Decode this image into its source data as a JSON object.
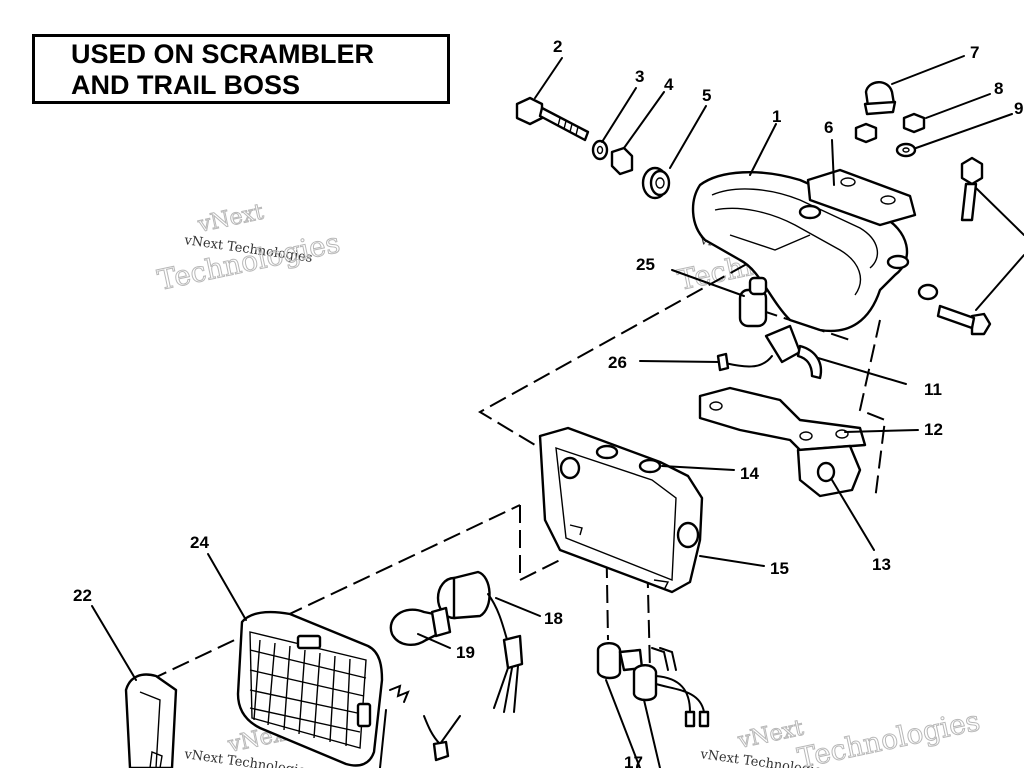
{
  "title": {
    "line1": "USED ON SCRAMBLER",
    "line2": "AND TRAIL BOSS"
  },
  "callouts": {
    "c1": "1",
    "c2": "2",
    "c3": "3",
    "c4": "4",
    "c5": "5",
    "c6": "6",
    "c7": "7",
    "c8": "8",
    "c9": "9",
    "c11": "11",
    "c12": "12",
    "c13": "13",
    "c14": "14",
    "c15": "15",
    "c17": "17",
    "c18": "18",
    "c19": "19",
    "c22": "22",
    "c24": "24",
    "c25": "25",
    "c26": "26"
  },
  "watermark": {
    "brand": "vNext",
    "company": "vNext Technologies",
    "word": "Technologies"
  }
}
